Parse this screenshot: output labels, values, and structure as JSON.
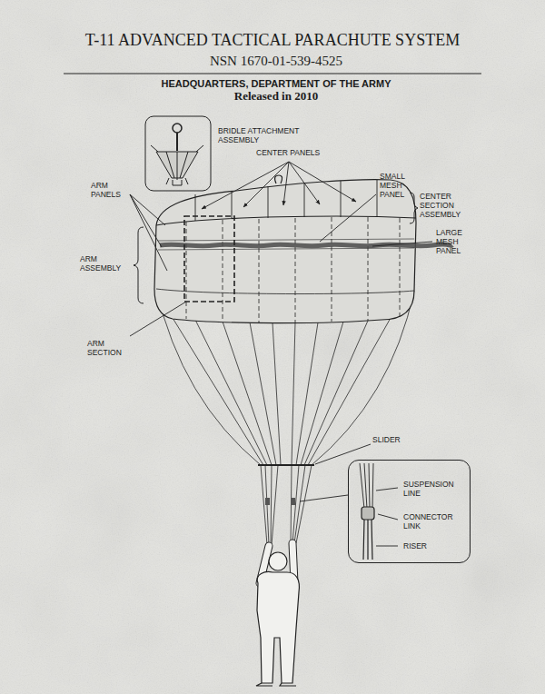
{
  "diagram": {
    "title": "T-11 ADVANCED TACTICAL PARACHUTE SYSTEM",
    "nodes": [
      {
        "text": [
          "SUSPENSION LINE",
          "CONNECTOR LINK",
          "RISER"
        ]
      }
    ],
    "labels": [
      "NSN 1670-01-539-4525",
      "HEADQUARTERS, DEPARTMENT OF THE ARMY",
      "Released in 2010",
      "BRIDLE ATTACHMENT ASSEMBLY",
      "CENTER PANELS",
      "SMALL MESH PANEL",
      "CENTER SECTION ASSEMBLY",
      "ARM PANELS",
      "LARGE MESH PANEL",
      "ARM ASSEMBLY",
      "ARM SECTION",
      "SLIDER"
    ]
  }
}
